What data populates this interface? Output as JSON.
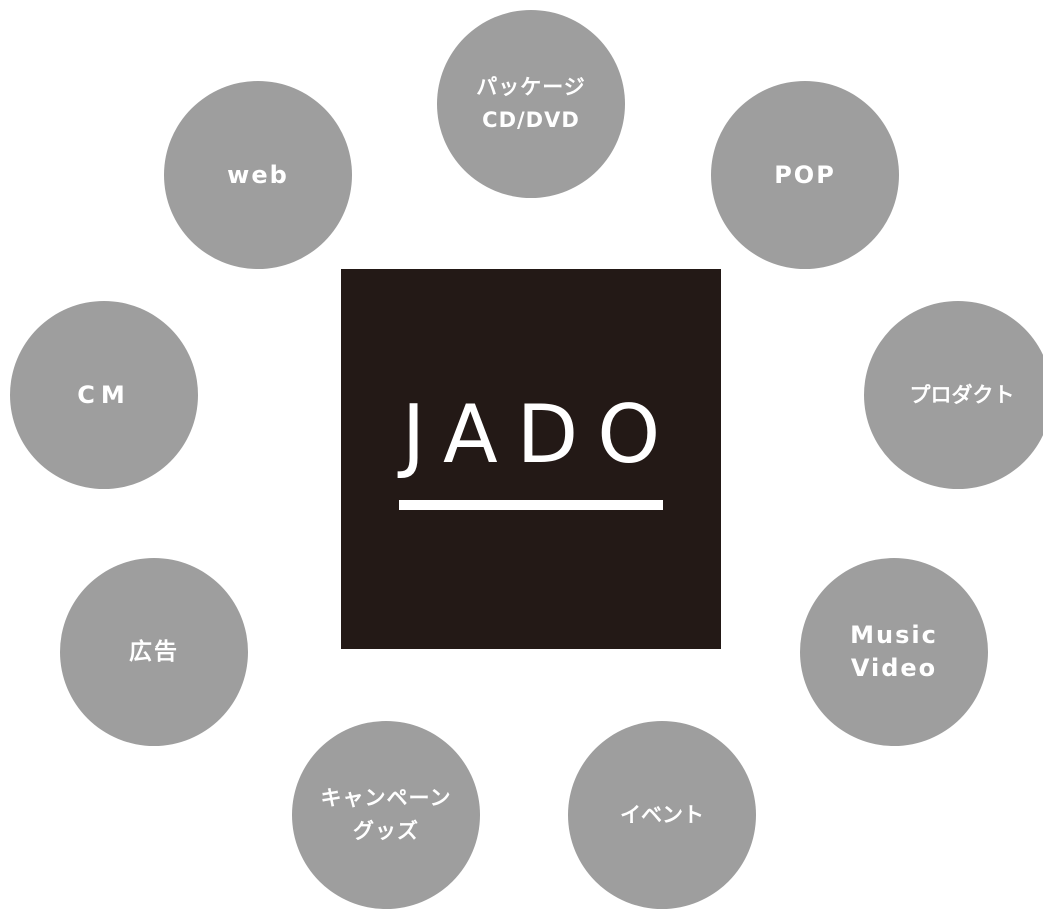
{
  "logo": {
    "text": "JADO",
    "background_color": "#231916",
    "text_color": "#ffffff"
  },
  "circle_color": "#9e9e9e",
  "items": {
    "web": {
      "label": "web"
    },
    "package": {
      "line1": "パッケージ",
      "line2": "CD/DVD"
    },
    "pop": {
      "label": "POP"
    },
    "cm": {
      "label": "CM"
    },
    "product": {
      "label": "プロダクト"
    },
    "ad": {
      "label": "広告"
    },
    "music_video": {
      "line1": "Music",
      "line2": "Video"
    },
    "goods": {
      "line1": "キャンペーン",
      "line2": "グッズ"
    },
    "event": {
      "label": "イベント"
    }
  }
}
